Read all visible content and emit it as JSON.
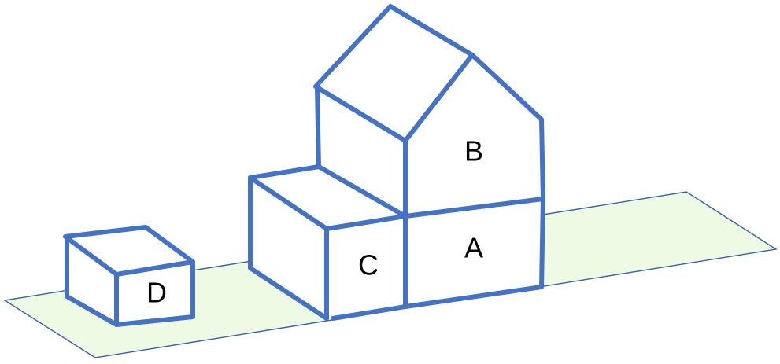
{
  "colors": {
    "outline": "#4472c4",
    "ground_fill": "#eefae4",
    "ground_edge": "#3a64a8",
    "label": "#000000"
  },
  "labels": {
    "a": "A",
    "b": "B",
    "c": "C",
    "d": "D"
  }
}
